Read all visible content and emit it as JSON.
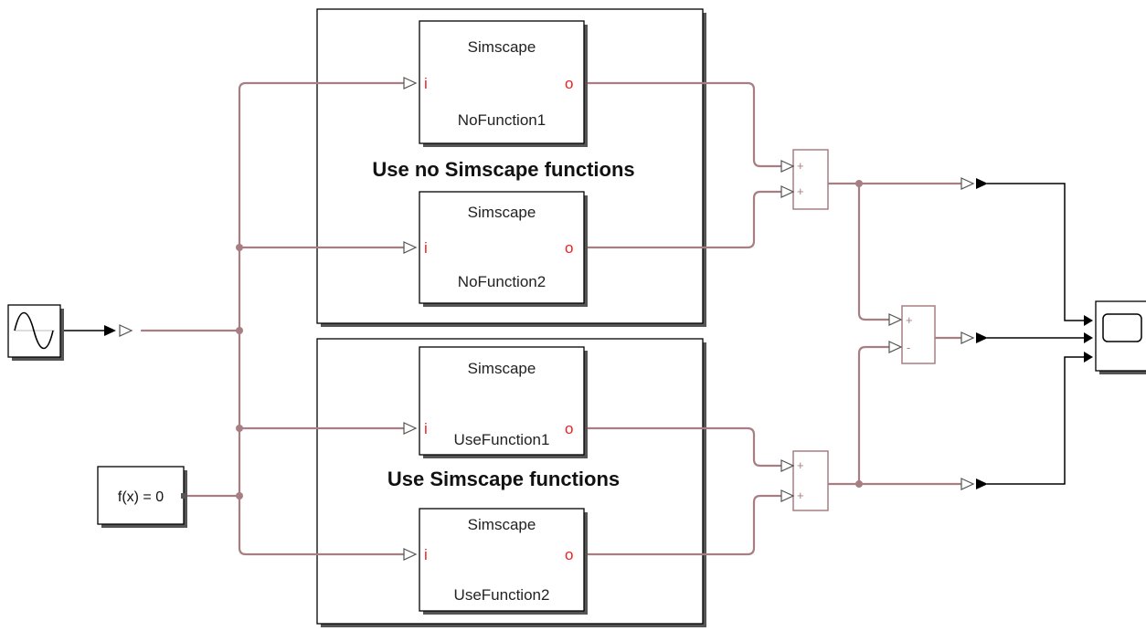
{
  "area_top": {
    "title": "Use no Simscape functions"
  },
  "area_bottom": {
    "title": "Use Simscape functions"
  },
  "subsystems": [
    {
      "header": "Simscape",
      "name": "NoFunction1",
      "in_port": "i",
      "out_port": "o"
    },
    {
      "header": "Simscape",
      "name": "NoFunction2",
      "in_port": "i",
      "out_port": "o"
    },
    {
      "header": "Simscape",
      "name": "UseFunction1",
      "in_port": "i",
      "out_port": "o"
    },
    {
      "header": "Simscape",
      "name": "UseFunction2",
      "in_port": "i",
      "out_port": "o"
    }
  ],
  "solver_block": {
    "label": "f(x) = 0"
  },
  "sums": [
    {
      "signs": [
        "+",
        "+"
      ]
    },
    {
      "signs": [
        "+",
        "-"
      ]
    },
    {
      "signs": [
        "+",
        "+"
      ]
    }
  ],
  "colors": {
    "physical_wire": "#a77f83",
    "port_label": "#ee2222"
  },
  "icons": [
    "sine-wave-icon",
    "scope-icon"
  ]
}
